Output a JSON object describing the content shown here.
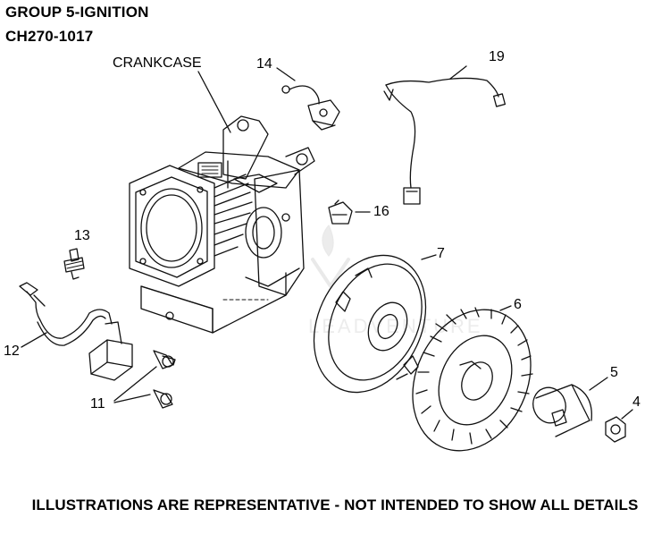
{
  "header": {
    "group_title": "GROUP 5-IGNITION",
    "model": "CH270-1017"
  },
  "callouts": {
    "crankcase": "CRANKCASE",
    "p14": "14",
    "p19": "19",
    "p16": "16",
    "p13": "13",
    "p7": "7",
    "p6": "6",
    "p12": "12",
    "p5": "5",
    "p11": "11",
    "p4": "4"
  },
  "footer": {
    "disclaimer": "ILLUSTRATIONS ARE REPRESENTATIVE - NOT INTENDED TO SHOW ALL DETAILS"
  },
  "watermark": {
    "text": "LEADVENTURE"
  }
}
